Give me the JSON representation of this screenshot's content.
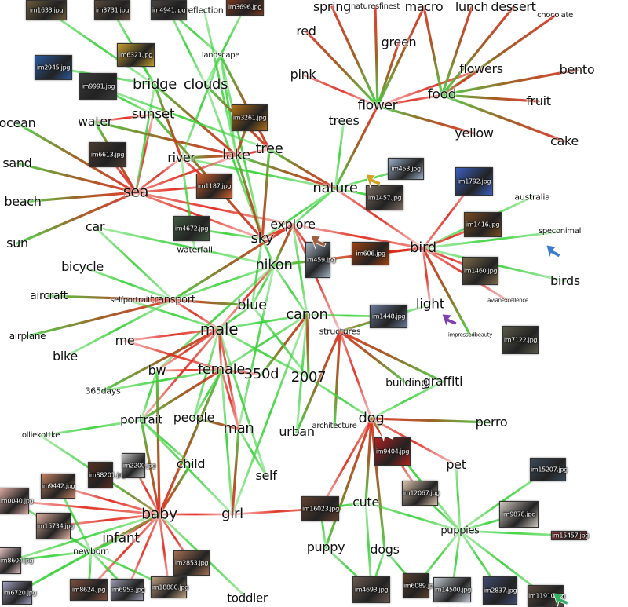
{
  "words": {
    "spring": "spring",
    "naturesfinest": "naturesfinest",
    "macro": "macro",
    "lunch": "lunch",
    "dessert": "dessert",
    "chocolate": "chocolate",
    "reflection": "reflection",
    "red": "red",
    "green": "green",
    "landscape": "landscape",
    "pink": "pink",
    "flowers": "flowers",
    "bento": "bento",
    "bridge": "bridge",
    "clouds": "clouds",
    "flower": "flower",
    "food": "food",
    "fruit": "fruit",
    "ocean": "ocean",
    "water": "water",
    "sunset": "sunset",
    "trees": "trees",
    "yellow": "yellow",
    "cake": "cake",
    "sand": "sand",
    "river": "river",
    "lake": "lake",
    "tree": "tree",
    "sea": "sea",
    "nature": "nature",
    "australia": "australia",
    "beach": "beach",
    "explore": "explore",
    "speconimal": "speconimal",
    "car": "car",
    "sun": "sun",
    "sky": "sky",
    "waterfall": "waterfall",
    "bird": "bird",
    "nikon": "nikon",
    "bicycle": "bicycle",
    "birds": "birds",
    "aircraft": "aircraft",
    "selfportrait": "selfportrait",
    "transport": "transport",
    "blue": "blue",
    "light": "light",
    "avianexcellence": "avianexcellence",
    "canon": "canon",
    "male": "male",
    "airplane": "airplane",
    "structures": "structures",
    "impressedbeauty": "impressedbeauty",
    "me": "me",
    "bike": "bike",
    "bw": "bw",
    "female": "female",
    "350d": "350d",
    "2007": "2007",
    "building": "building",
    "graffiti": "graffiti",
    "365days": "365days",
    "portrait": "portrait",
    "people": "people",
    "dog": "dog",
    "perro": "perro",
    "urban": "urban",
    "architecture": "architecture",
    "man": "man",
    "olliekottke": "olliekottke",
    "child": "child",
    "pet": "pet",
    "self": "self",
    "cute": "cute",
    "baby": "baby",
    "girl": "girl",
    "infant": "infant",
    "puppies": "puppies",
    "newborn": "newborn",
    "puppy": "puppy",
    "dogs": "dogs",
    "toddler": "toddler"
  },
  "thumbnails": {
    "im1633": "im1633.jpg",
    "im3731": "im3731.jpg",
    "im4941": "im4941.jpg",
    "im3696": "im3696.jpg",
    "im6321": "im6321.jpg",
    "im2945": "im2945.jpg",
    "im9991": "im9991.jpg",
    "im3261": "im3261.jpg",
    "im6613": "im6613.jpg",
    "im1187": "im1187.jpg",
    "im453": "im453.jpg",
    "im1457": "im1457.jpg",
    "im1792": "im1792.jpg",
    "im4672": "im4672.jpg",
    "im1416": "im1416.jpg",
    "im459": "im459.jpg",
    "im606": "im606.jpg",
    "im1460": "im1460.jpg",
    "im1448": "im1448.jpg",
    "im7122": "im7122.jpg",
    "im9404": "im9404.jpg",
    "im15207": "im15207.jpg",
    "im9442": "im9442.jpg",
    "imS8201": "imS8201.jpg",
    "im2200": "im2200.jpg",
    "im12067": "im12067.jpg",
    "im0040": "im0040.jpg",
    "im16023": "im16023.jpg",
    "im9878": "im9878.jpg",
    "im15734": "im15734.jpg",
    "im15457": "im15457.jpg",
    "im8604": "im8604.jpg",
    "im2853": "im2853.jpg",
    "im6720": "im6720.jpg",
    "im8624": "im8624.jpg",
    "im6953": "im6953.jpg",
    "im18880": "im18880.jpg",
    "im4693": "im4693.jpg",
    "im6089": "im6089.jpg",
    "im14500": "im14500.jpg",
    "im2837": "im2837.jpg",
    "im11910": "im11910.jpg"
  },
  "colors": {
    "edge_green": "#3bd23b",
    "edge_red": "#e02a1c",
    "edge_brown": "#9a5a1c",
    "arrow_gold": "#d8a020",
    "arrow_blue": "#3a7ad0",
    "arrow_purple": "#8040b0",
    "arrow_brown": "#a06040",
    "arrow_teal": "#30b060"
  }
}
